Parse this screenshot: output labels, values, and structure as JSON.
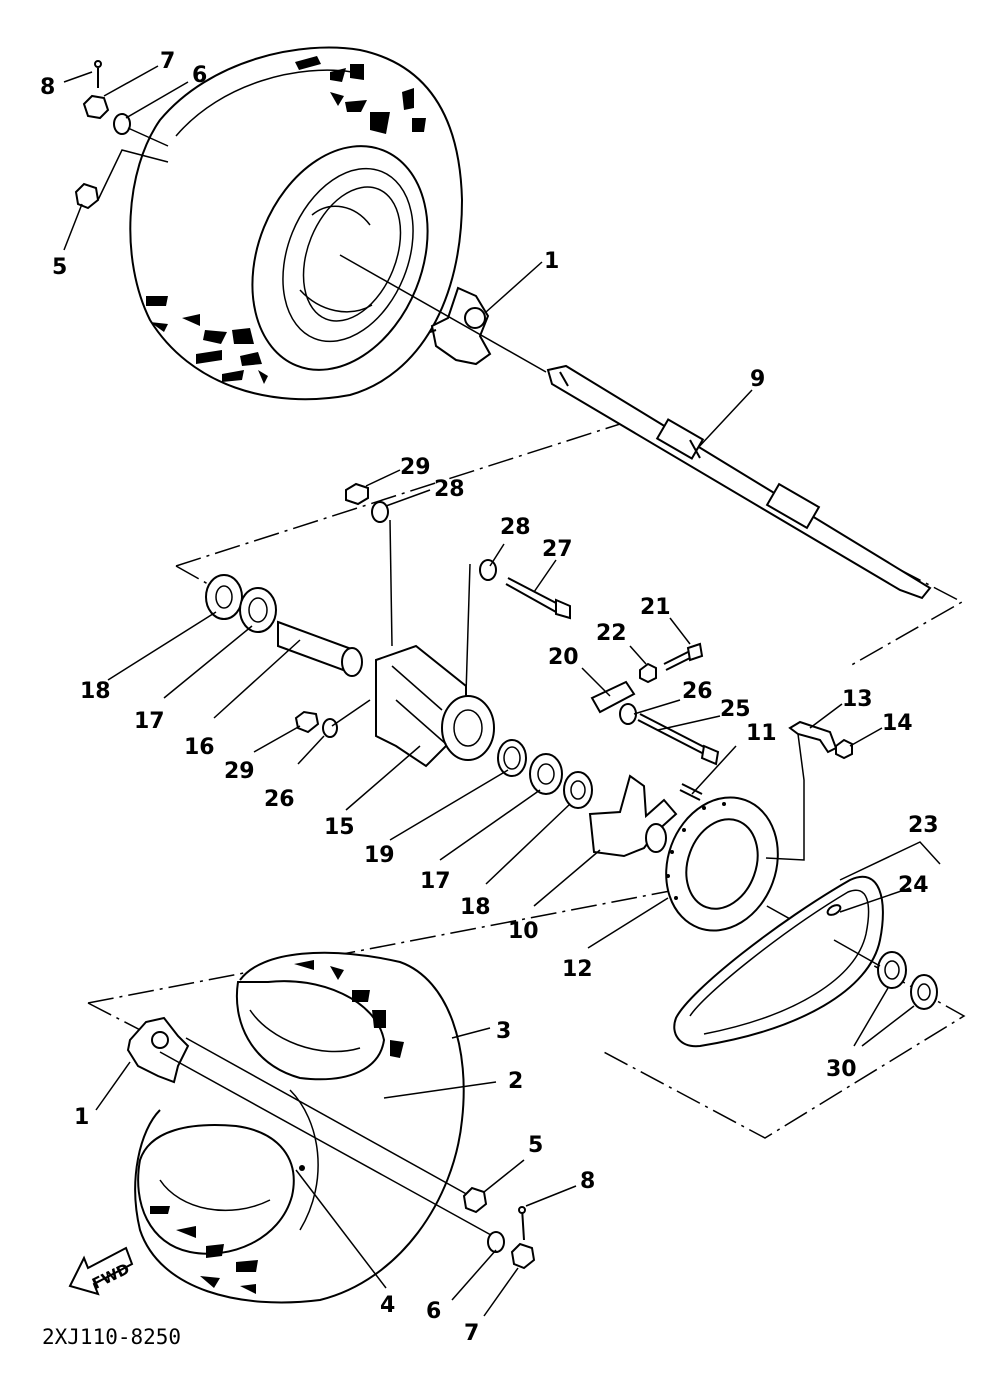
{
  "diagram": {
    "code": "2XJ110-8250",
    "fwd_text": "FWD",
    "callouts": [
      {
        "id": "c8a",
        "text": "8"
      },
      {
        "id": "c7a",
        "text": "7"
      },
      {
        "id": "c6a",
        "text": "6"
      },
      {
        "id": "c5a",
        "text": "5"
      },
      {
        "id": "c1a",
        "text": "1"
      },
      {
        "id": "c9",
        "text": "9"
      },
      {
        "id": "c29a",
        "text": "29"
      },
      {
        "id": "c28a",
        "text": "28"
      },
      {
        "id": "c28b",
        "text": "28"
      },
      {
        "id": "c27",
        "text": "27"
      },
      {
        "id": "c21",
        "text": "21"
      },
      {
        "id": "c22",
        "text": "22"
      },
      {
        "id": "c20",
        "text": "20"
      },
      {
        "id": "c26a",
        "text": "26"
      },
      {
        "id": "c25",
        "text": "25"
      },
      {
        "id": "c13",
        "text": "13"
      },
      {
        "id": "c14",
        "text": "14"
      },
      {
        "id": "c11",
        "text": "11"
      },
      {
        "id": "c18a",
        "text": "18"
      },
      {
        "id": "c17a",
        "text": "17"
      },
      {
        "id": "c16",
        "text": "16"
      },
      {
        "id": "c29b",
        "text": "29"
      },
      {
        "id": "c26b",
        "text": "26"
      },
      {
        "id": "c15",
        "text": "15"
      },
      {
        "id": "c19",
        "text": "19"
      },
      {
        "id": "c17b",
        "text": "17"
      },
      {
        "id": "c18b",
        "text": "18"
      },
      {
        "id": "c10",
        "text": "10"
      },
      {
        "id": "c12",
        "text": "12"
      },
      {
        "id": "c23",
        "text": "23"
      },
      {
        "id": "c24",
        "text": "24"
      },
      {
        "id": "c30",
        "text": "30"
      },
      {
        "id": "c3",
        "text": "3"
      },
      {
        "id": "c2",
        "text": "2"
      },
      {
        "id": "c1b",
        "text": "1"
      },
      {
        "id": "c5b",
        "text": "5"
      },
      {
        "id": "c8b",
        "text": "8"
      },
      {
        "id": "c4",
        "text": "4"
      },
      {
        "id": "c6b",
        "text": "6"
      },
      {
        "id": "c7b",
        "text": "7"
      }
    ]
  }
}
